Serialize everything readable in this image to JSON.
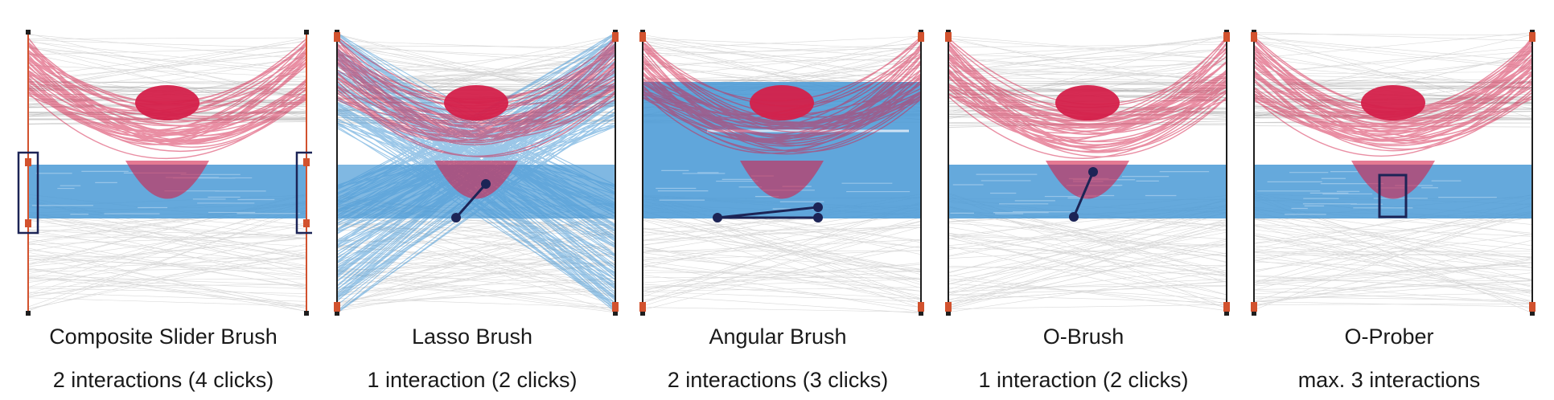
{
  "colors": {
    "background_lines": "#b9b9b9",
    "background_bundle": "#6e6e6e",
    "highlight_red": "#d4204a",
    "selection_blue": "#4a9ad6",
    "interaction_navy": "#1c2456",
    "axis_line": "#1e1e1e",
    "axis_accent": "#d2522e"
  },
  "panels": [
    {
      "title": "Composite Slider Brush",
      "subtitle": "2 interactions (4 clicks)",
      "interaction_icon": "slider-brackets-icon",
      "selection": "horizontal-band"
    },
    {
      "title": "Lasso Brush",
      "subtitle": "1 interaction (2 clicks)",
      "interaction_icon": "lasso-line-icon",
      "selection": "crossing-pattern"
    },
    {
      "title": "Angular Brush",
      "subtitle": "2 interactions (3 clicks)",
      "interaction_icon": "angle-lines-icon",
      "selection": "wide-band"
    },
    {
      "title": "O-Brush",
      "subtitle": "1 interaction (2 clicks)",
      "interaction_icon": "stroke-line-icon",
      "selection": "horizontal-band"
    },
    {
      "title": "O-Prober",
      "subtitle": "max. 3 interactions",
      "interaction_icon": "probe-rectangle-icon",
      "selection": "horizontal-band"
    }
  ]
}
